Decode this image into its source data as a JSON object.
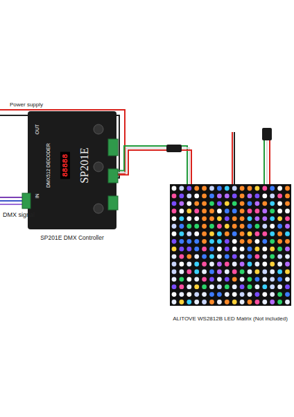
{
  "diagram": {
    "nodes": [
      {
        "text": [
          "SP201E DMX Controller",
          "DMX512 DECODER",
          "88888",
          "SP201E",
          "OUT",
          "IN"
        ]
      },
      {
        "text": [
          "ALITOVE WS2812B LED Matrix (Not included)"
        ]
      }
    ],
    "edges": [
      {
        "from": 0,
        "to": 1,
        "arrow": "none"
      }
    ],
    "labels": [
      "Power supply",
      "DMX signal"
    ]
  }
}
